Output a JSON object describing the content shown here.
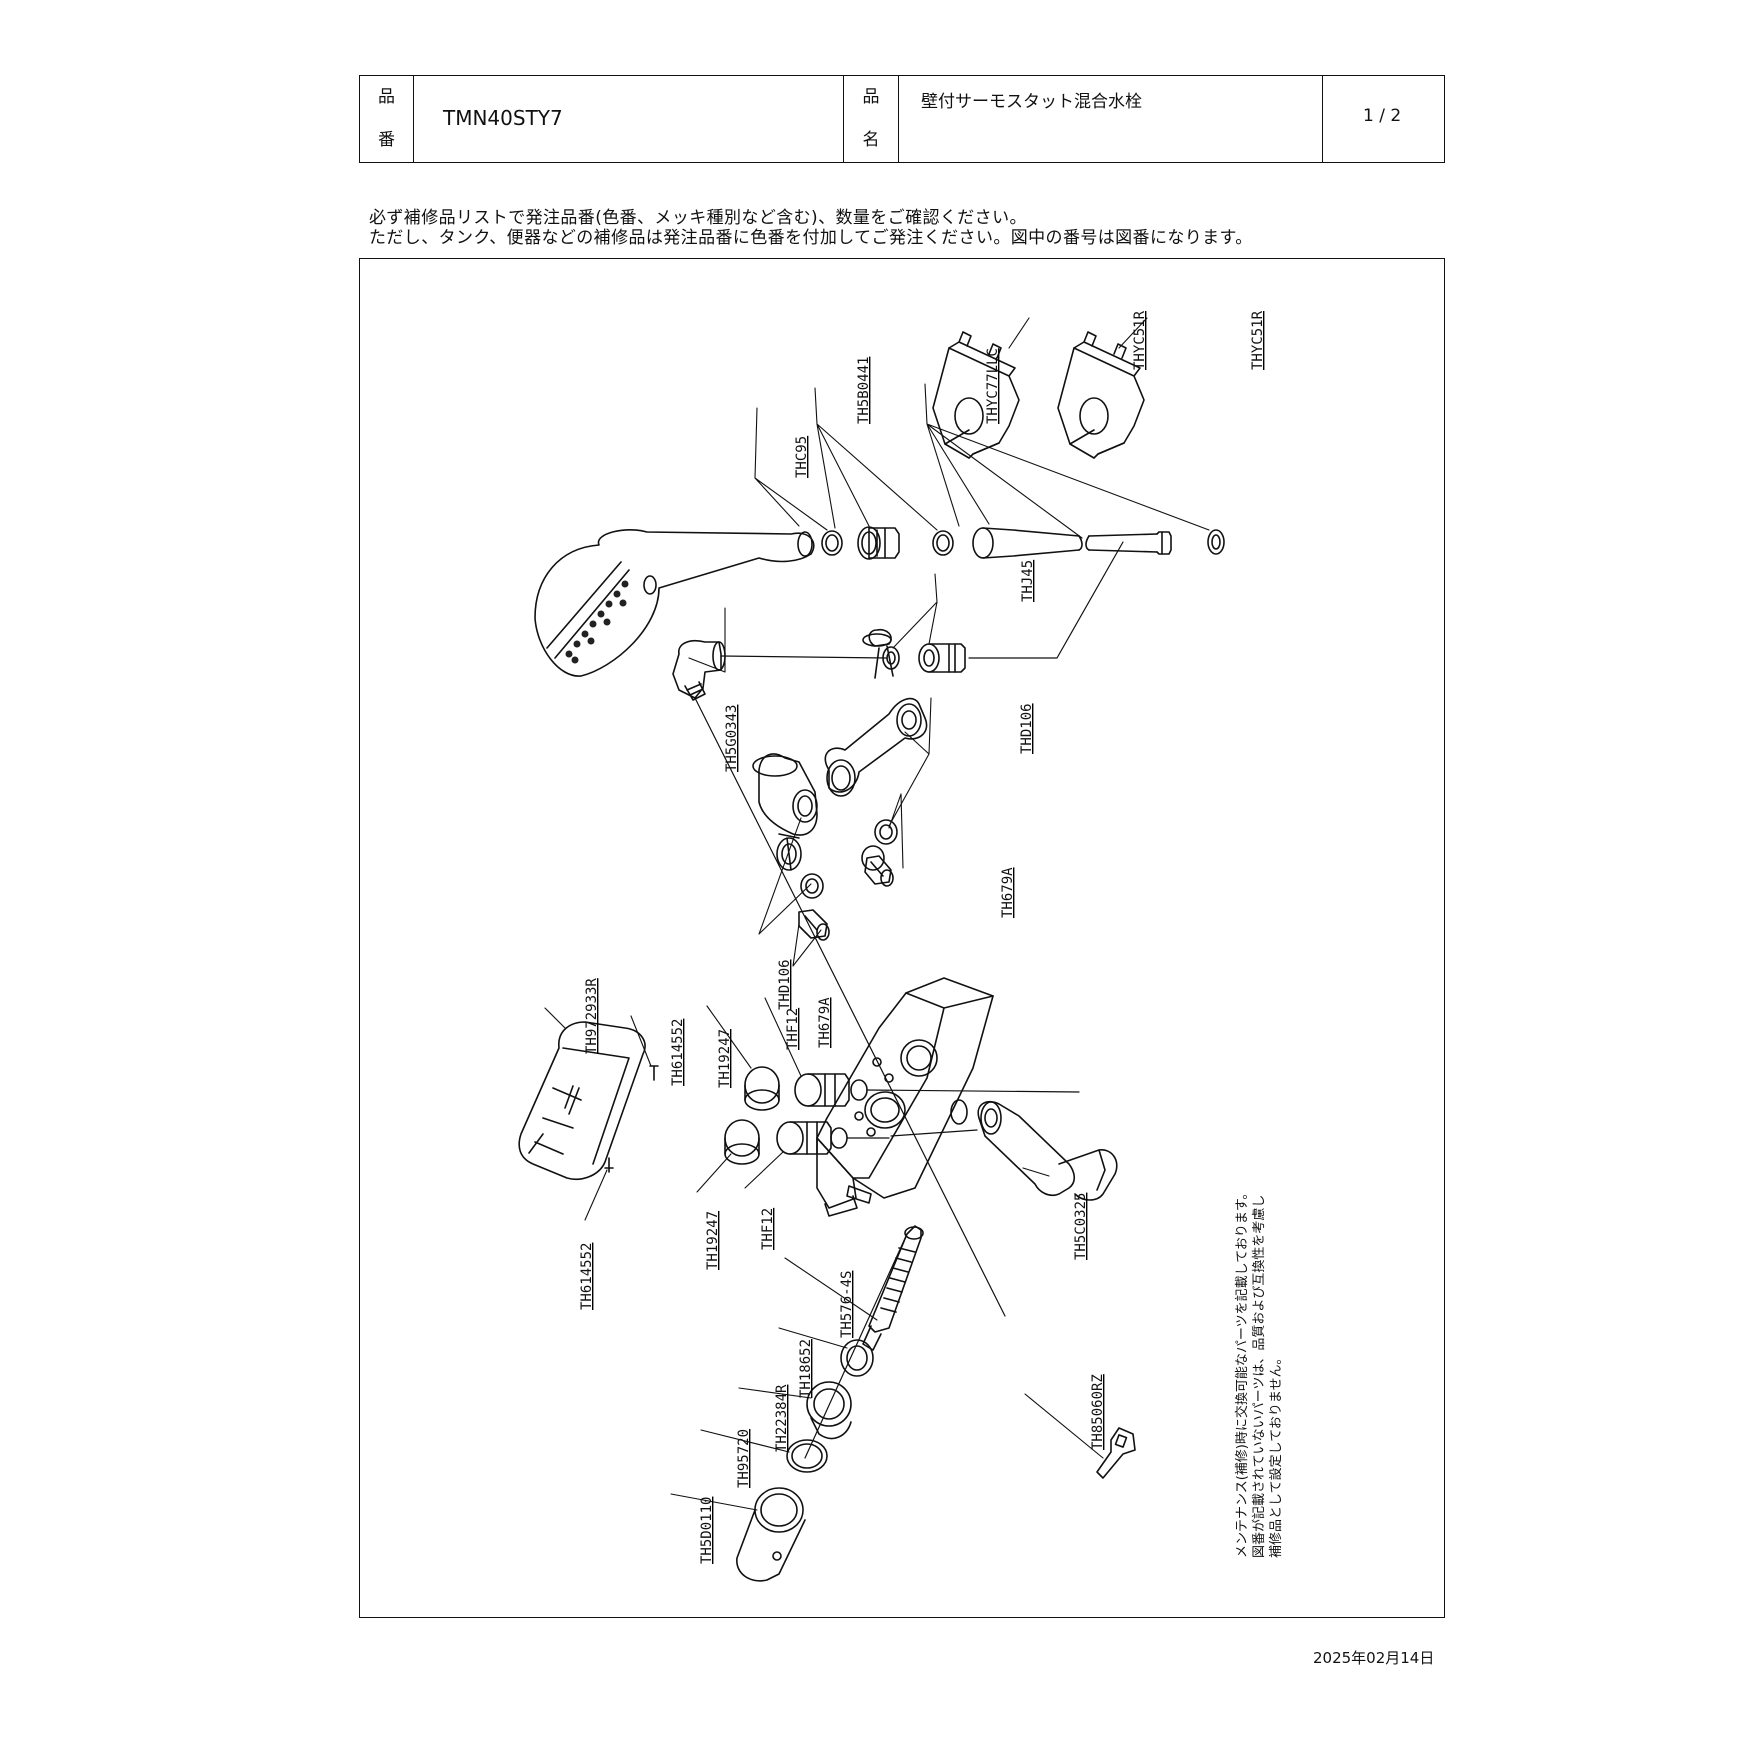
{
  "header": {
    "hinban_label_top": "品",
    "hinban_label_bottom": "番",
    "part_number": "TMN40STY7",
    "hinmei_label_top": "品",
    "hinmei_label_bottom": "名",
    "product_name": "壁付サーモスタット混合水栓",
    "page": "1 / 2"
  },
  "notes": [
    "必ず補修品リストで発注品番(色番、メッキ種別など含む)、数量をご確認ください。",
    "ただし、タンク、便器などの補修品は発注品番に色番を付加してご発注ください。図中の番号は図番になります。"
  ],
  "parts": {
    "thc95": "THC95",
    "th5b0441": "TH5B0441",
    "thyc77llc": "THYC77LLC",
    "thyc51r_a": "THYC51R",
    "thyc51r_b": "THYC51R",
    "thj45": "THJ45",
    "th5g0343": "TH5G0343",
    "thd106_a": "THD106",
    "th679a_a": "TH679A",
    "thd106_b": "THD106",
    "th679a_b": "TH679A",
    "th972933r": "TH972933R",
    "th614552_a": "TH614552",
    "th19247_a": "TH19247",
    "thf12_a": "THF12",
    "th19247_b": "TH19247",
    "thf12_b": "THF12",
    "th614552_b": "TH614552",
    "th576_4s": "TH576-4S",
    "th18652": "TH18652",
    "th22384r": "TH22384R",
    "th95720": "TH95720",
    "th5d0110": "TH5D0110",
    "th5c0325": "TH5C0325",
    "th85060rz": "TH85060RZ"
  },
  "side_note": [
    "メンテナンス(補修)時に交換可能なパーツを記載しております。",
    "図番が記載されていないパーツは、品質および互換性を考慮し",
    "補修品として設定しておりません。"
  ],
  "date": "2025年02月14日"
}
